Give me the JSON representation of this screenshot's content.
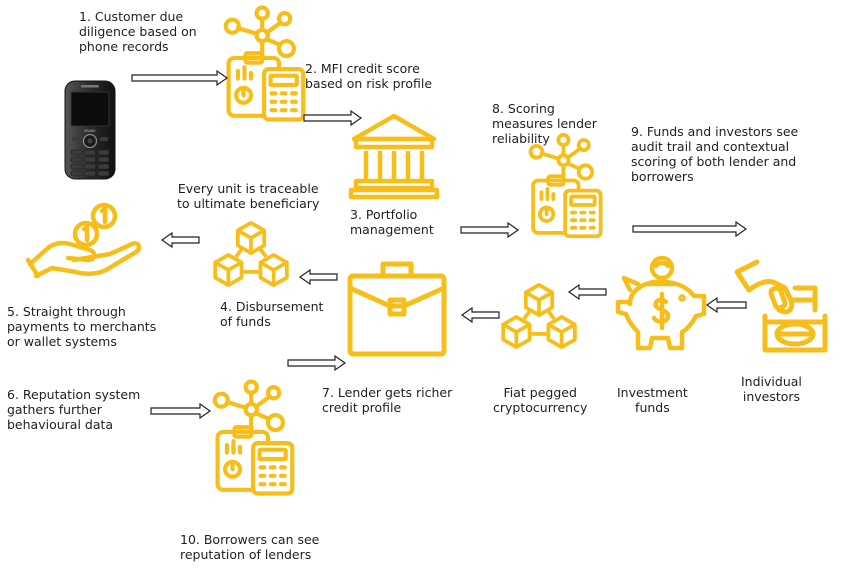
{
  "colors": {
    "icon": "#F7BE1A",
    "arrow_fill": "#ffffff",
    "arrow_stroke": "#222222",
    "text": "#1f1f1f"
  },
  "icons": [
    "mobile-phone-icon",
    "credit-score-calculator-icon",
    "bank-building-icon",
    "hand-coins-icon",
    "blocks-cubes-icon",
    "briefcase-icon",
    "piggy-bank-icon",
    "investor-hand-coin-icon"
  ],
  "labels": {
    "step1": "1. Customer due\ndiligence based on\nphone records",
    "step2": "2. MFI credit score\nbased on risk profile",
    "step3": "3. Portfolio\nmanagement",
    "step4": "4. Disbursement\nof funds",
    "step5": "5. Straight through\npayments to merchants\nor wallet systems",
    "step6": "6. Reputation system\ngathers further\nbehavioural data",
    "step7": "7. Lender gets richer\ncredit profile",
    "step8": "8. Scoring\nmeasures lender\nreliability",
    "step9": "9. Funds and investors see\naudit trail and contextual\nscoring of both lender and\nborrowers",
    "step10": "10. Borrowers can see\nreputation of lenders",
    "traceable": "Every unit is traceable\nto ultimate beneficiary",
    "fiat": "Fiat pegged\ncryptocurrency",
    "investment_funds": "Investment\nfunds",
    "individual_investors": "Individual\ninvestors"
  }
}
